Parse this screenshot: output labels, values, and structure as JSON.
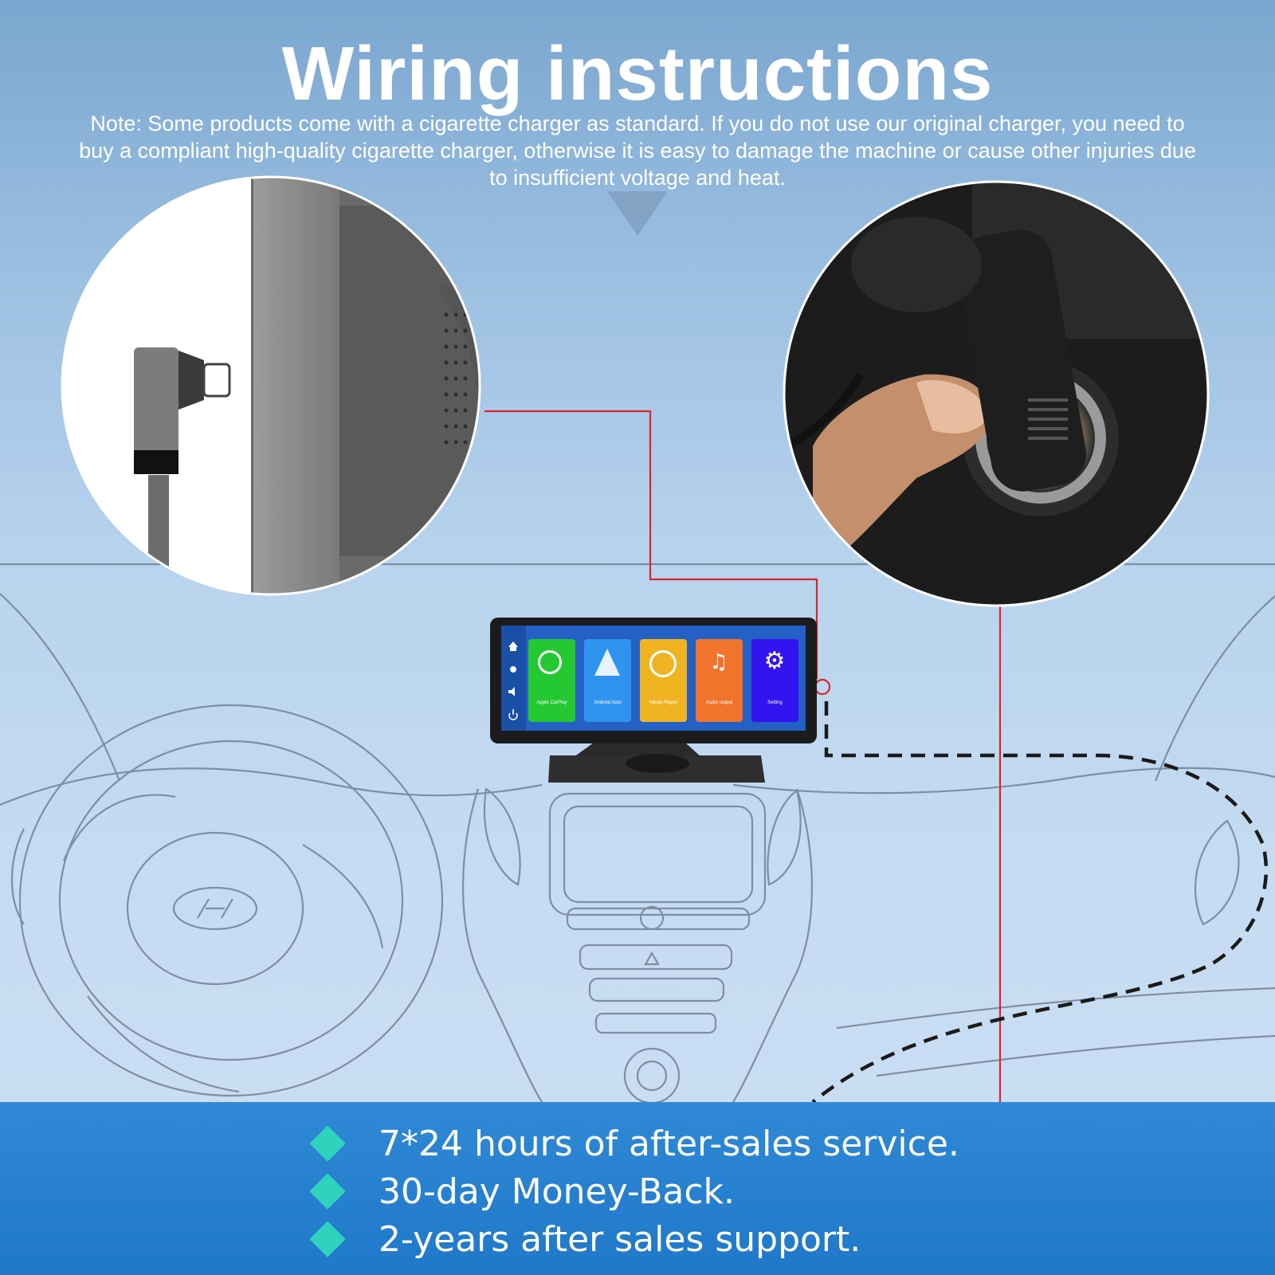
{
  "header": {
    "title": "Wiring instructions",
    "note": "Note: Some products come with a cigarette charger as standard. If you do not use our original charger, you need to buy a compliant high-quality cigarette charger, otherwise it is easy to damage the machine or cause other injuries due to insufficient voltage and heat."
  },
  "device_screen": {
    "apps": [
      {
        "label": "Apple CarPlay",
        "color": "#23c832",
        "icon": "carplay-icon"
      },
      {
        "label": "Android Auto",
        "color": "#2f93f0",
        "icon": "android-auto-icon"
      },
      {
        "label": "Media Player",
        "color": "#f0b423",
        "icon": "media-player-icon"
      },
      {
        "label": "Audio output",
        "color": "#f0742c",
        "icon": "audio-output-icon"
      },
      {
        "label": "Setting",
        "color": "#3314f0",
        "icon": "settings-icon"
      }
    ],
    "sidebar_icons": [
      "home-icon",
      "brightness-icon",
      "volume-icon",
      "power-icon"
    ]
  },
  "footer": {
    "bullets": [
      "7*24 hours of after-sales service.",
      "30-day Money-Back.",
      "2-years after sales support."
    ]
  },
  "colors": {
    "accent_diamond": "#2fd3bd",
    "footer_band": "#1f78c9",
    "wire_red": "#d9262a"
  }
}
